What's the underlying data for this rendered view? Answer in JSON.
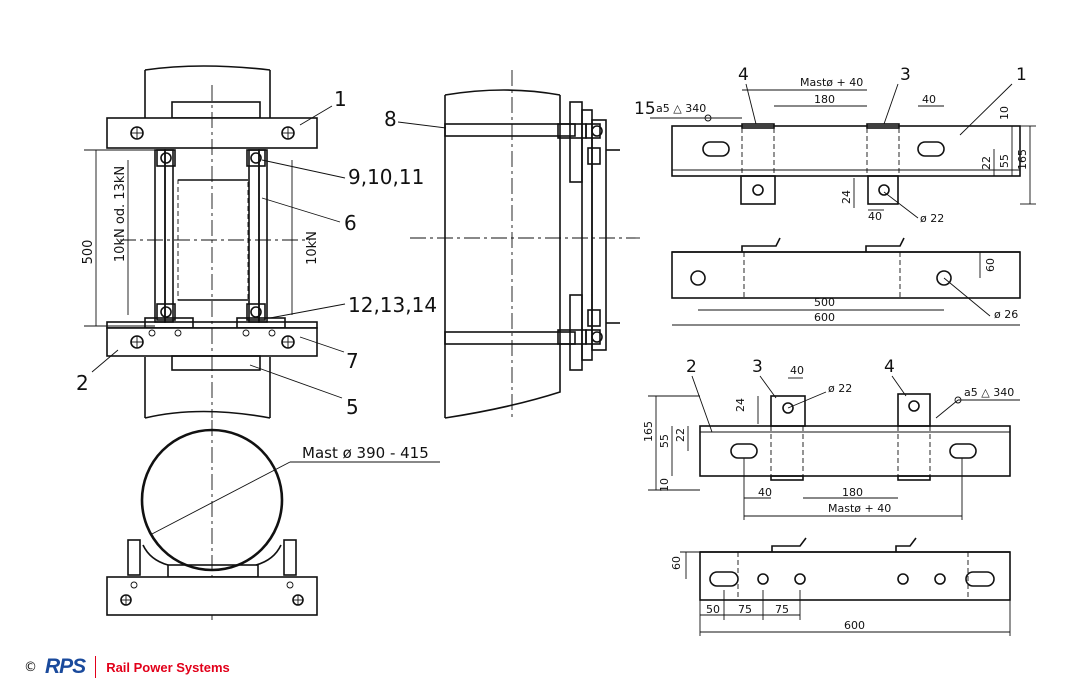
{
  "parts": {
    "p1": "1",
    "p2": "2",
    "p3": "3",
    "p4": "4",
    "p5": "5",
    "p6": "6",
    "p7": "7",
    "p8": "8",
    "p9": "9,10,11",
    "p12": "12,13,14",
    "p15": "15"
  },
  "front_view": {
    "height": "500",
    "force_left": "10kN od. 13kN",
    "force_right": "10kN"
  },
  "plan_view": {
    "mast": "Mast ø 390 - 415"
  },
  "detail_top": {
    "weld": "a5 △ 340",
    "mast_plus": "Mastø + 40",
    "d180": "180",
    "d40a": "40",
    "d10": "10",
    "d22": "22",
    "d55": "55",
    "d165": "165",
    "d24": "24",
    "d40b": "40",
    "hole22": "ø 22"
  },
  "detail_top_side": {
    "d60": "60",
    "d500": "500",
    "d600": "600",
    "hole26": "ø 26"
  },
  "detail_bottom": {
    "weld": "a5 △ 340",
    "d40a": "40",
    "hole22": "ø 22",
    "d24": "24",
    "d165": "165",
    "d55": "55",
    "d22": "22",
    "d10": "10",
    "d40b": "40",
    "d180": "180",
    "mast_plus": "Mastø + 40"
  },
  "detail_bottom_side": {
    "d60": "60",
    "d50": "50",
    "d75a": "75",
    "d75b": "75",
    "d600": "600"
  },
  "footer": {
    "copyright": "©",
    "logo": "RPS",
    "company": "Rail Power Systems"
  },
  "colors": {
    "brand_blue": "#1a4a9c",
    "brand_red": "#e2001a",
    "line": "#111111"
  }
}
